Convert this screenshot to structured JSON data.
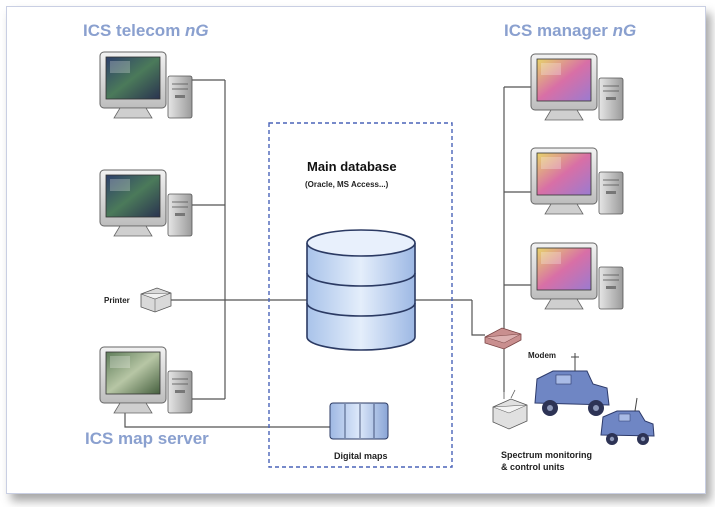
{
  "titles": {
    "telecom_prefix": "ICS telecom ",
    "telecom_suffix": "nG",
    "manager_prefix": "ICS manager ",
    "manager_suffix": "nG",
    "map_server": "ICS map server"
  },
  "database": {
    "title": "Main database",
    "subtitle": "(Oracle, MS Access...)"
  },
  "labels": {
    "printer": "Printer",
    "modem": "Modem",
    "digital_maps": "Digital maps",
    "spectrum_line1": "Spectrum monitoring",
    "spectrum_line2": "& control units"
  },
  "colors": {
    "title": "#8aa0cf",
    "db_fill": "#cfe0f7",
    "db_stroke": "#2b3a63",
    "vehicle": "#6f86c4",
    "modem": "#c98f8f",
    "dashed_box": "#4a63b8"
  }
}
